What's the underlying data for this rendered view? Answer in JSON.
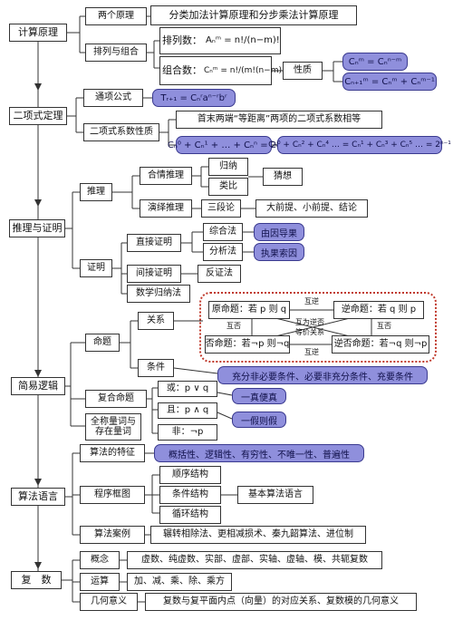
{
  "main_nodes": {
    "counting": "计算原理",
    "binomial": "二项式定理",
    "reasoning_proof": "推理与证明",
    "logic": "简易逻辑",
    "algorithm": "算法语言",
    "complex": "复　数"
  },
  "counting": {
    "two_principles": "两个原理",
    "two_principles_desc": "分类加法计算原理和分步乘法计算原理",
    "perm_comb": "排列与组合",
    "perm_label": "排列数：",
    "perm_formula": "Aₙᵐ = n!/(n−m)!",
    "comb_label": "组合数：",
    "comb_formula": "Cₙᵐ = n!/(m!(n−m)!)",
    "property": "性质",
    "prop1": "Cₙᵐ = Cₙⁿ⁻ᵐ",
    "prop2": "Cₙ₊₁ᵐ = Cₙᵐ + Cₙᵐ⁻¹"
  },
  "binomial": {
    "general_term": "通项公式",
    "general_term_formula": "Tᵣ₊₁ = Cₙʳaⁿ⁻ʳbʳ",
    "coef_property": "二项式系数性质",
    "coef_desc": "首末两端“等距离”两项的二项式系数相等",
    "coef_sum1": "Cₙ⁰ + Cₙ¹ + … + Cₙⁿ = 2ⁿ",
    "coef_sum2": "Cₙ⁰ + Cₙ² + Cₙ⁴ … = Cₙ¹ + Cₙ³ + Cₙ⁵ … = 2ⁿ⁻¹"
  },
  "reasoning": {
    "reasoning": "推理",
    "plausible": "合情推理",
    "induction": "归纳",
    "analogy": "类比",
    "conjecture": "猜想",
    "deductive": "演绎推理",
    "syllogism": "三段论",
    "syllogism_desc": "大前提、小前提、结论",
    "proof": "证明",
    "direct": "直接证明",
    "synthesis": "综合法",
    "synthesis_desc": "由因导果",
    "analysis": "分析法",
    "analysis_desc": "执果索因",
    "indirect": "间接证明",
    "contradiction": "反证法",
    "induction_math": "数学归纳法"
  },
  "logic": {
    "proposition": "命题",
    "relation": "关系",
    "original": "原命题：若 p 则 q",
    "converse": "逆命题：若 q 则 p",
    "inverse": "否命题：若¬p 则¬q",
    "contrapositive": "逆否命题：若¬q 则¬p",
    "mutual_converse": "互逆",
    "mutual_negation": "互否",
    "mutual_contra": "互为逆否",
    "equivalent": "等价关系",
    "condition": "条件",
    "condition_desc": "充分非必要条件、必要非充分条件、充要条件",
    "compound": "复合命题",
    "or_label": "或：p ∨ q",
    "or_desc": "一真便真",
    "and_label": "且：p ∧ q",
    "and_desc": "一假则假",
    "not_label": "非：¬p",
    "quantifier1": "全称量词与",
    "quantifier2": "存在量词"
  },
  "algorithm": {
    "features": "算法的特征",
    "features_desc": "概括性、逻辑性、有穷性、不唯一性、普遍性",
    "flowchart": "程序框图",
    "sequence": "顺序结构",
    "conditional": "条件结构",
    "loop": "循环结构",
    "basic_lang": "基本算法语言",
    "cases": "算法案例",
    "cases_desc": "辗转相除法、更相减损术、秦九韶算法、进位制"
  },
  "complex": {
    "concept": "概念",
    "concept_desc": "虚数、纯虚数、实部、虚部、实轴、虚轴、模、共轭复数",
    "operation": "运算",
    "operation_desc": "加、减、乘、除、乘方",
    "geometry": "几何意义",
    "geometry_desc": "复数与复平面内点（向量）的对应关系、复数模的几何意义"
  }
}
